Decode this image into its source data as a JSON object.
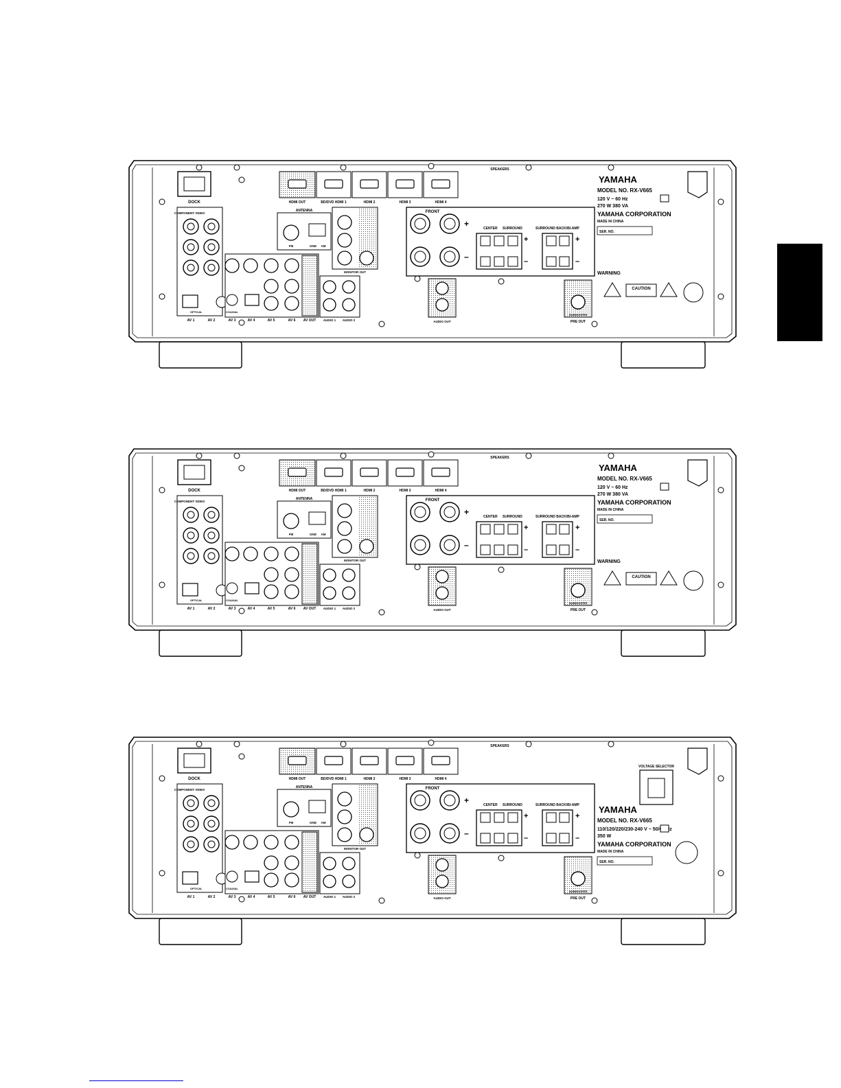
{
  "panels": [
    {
      "variant": "us",
      "labels": {
        "dock": "DOCK",
        "hdmi_out": "HDMI OUT",
        "hdmi_1": "BD/DVD HDMI 1",
        "hdmi_2": "HDMI 2",
        "hdmi_3": "HDMI 3",
        "hdmi_4": "HDMI 4",
        "antenna": "ANTENNA",
        "fm": "FM",
        "am": "AM",
        "gnd": "GND",
        "speakers": "SPEAKERS",
        "front": "FRONT",
        "center": "CENTER",
        "surround": "SURROUND",
        "surround_back": "SURROUND BACK/BI-AMP",
        "component_video": "COMPONENT VIDEO",
        "monitor_out": "MONITOR OUT",
        "audio_out": "AUDIO OUT",
        "pre_out": "PRE OUT",
        "subwoofer": "SUBWOOFER",
        "av1": "AV 1",
        "av2": "AV 2",
        "av3": "AV 3",
        "av4": "AV 4",
        "av5": "AV 5",
        "av6": "AV 6",
        "av_out": "AV OUT",
        "audio1": "AUDIO 1",
        "audio2": "AUDIO 2",
        "optical": "OPTICAL",
        "coaxial": "COAXIAL",
        "brand": "YAMAHA",
        "model": "MODEL NO. RX-V665",
        "power": "120 V ~ 60 Hz",
        "consumption": "270 W    380 VA",
        "corporation": "YAMAHA CORPORATION",
        "made_in": "MADE IN CHINA",
        "serial": "SER. NO.",
        "caution": "CAUTION",
        "warning": "WARNING"
      }
    },
    {
      "variant": "canada",
      "labels": {
        "dock": "DOCK",
        "hdmi_out": "HDMI OUT",
        "hdmi_1": "BD/DVD HDMI 1",
        "hdmi_2": "HDMI 2",
        "hdmi_3": "HDMI 3",
        "hdmi_4": "HDMI 4",
        "antenna": "ANTENNA",
        "fm": "FM",
        "am": "AM",
        "gnd": "GND",
        "speakers": "SPEAKERS",
        "front": "FRONT",
        "center": "CENTER",
        "surround": "SURROUND",
        "surround_back": "SURROUND BACK/BI-AMP",
        "component_video": "COMPONENT VIDEO",
        "monitor_out": "MONITOR OUT",
        "audio_out": "AUDIO OUT",
        "pre_out": "PRE OUT",
        "subwoofer": "SUBWOOFER",
        "av1": "AV 1",
        "av2": "AV 2",
        "av3": "AV 3",
        "av4": "AV 4",
        "av5": "AV 5",
        "av6": "AV 6",
        "av_out": "AV OUT",
        "audio1": "AUDIO 1",
        "audio2": "AUDIO 2",
        "optical": "OPTICAL",
        "coaxial": "COAXIAL",
        "brand": "YAMAHA",
        "model": "MODEL NO. RX-V665",
        "power": "120 V ~ 60 Hz",
        "consumption": "270 W    380 VA",
        "corporation": "YAMAHA CORPORATION",
        "made_in": "MADE IN CHINA",
        "serial": "SER. NO.",
        "caution": "CAUTION",
        "warning": "WARNING"
      }
    },
    {
      "variant": "general",
      "labels": {
        "dock": "DOCK",
        "hdmi_out": "HDMI OUT",
        "hdmi_1": "BD/DVD HDMI 1",
        "hdmi_2": "HDMI 2",
        "hdmi_3": "HDMI 3",
        "hdmi_4": "HDMI 4",
        "antenna": "ANTENNA",
        "fm": "FM",
        "am": "AM",
        "gnd": "GND",
        "speakers": "SPEAKERS",
        "front": "FRONT",
        "center": "CENTER",
        "surround": "SURROUND",
        "surround_back": "SURROUND BACK/BI-AMP",
        "component_video": "COMPONENT VIDEO",
        "monitor_out": "MONITOR OUT",
        "audio_out": "AUDIO OUT",
        "pre_out": "PRE OUT",
        "subwoofer": "SUBWOOFER",
        "av1": "AV 1",
        "av2": "AV 2",
        "av3": "AV 3",
        "av4": "AV 4",
        "av5": "AV 5",
        "av6": "AV 6",
        "av_out": "AV OUT",
        "audio1": "AUDIO 1",
        "audio2": "AUDIO 2",
        "optical": "OPTICAL",
        "coaxial": "COAXIAL",
        "brand": "YAMAHA",
        "model": "MODEL NO. RX-V665",
        "power": "110/120/220/230-240 V ~ 50/60 Hz",
        "consumption": "350 W",
        "corporation": "YAMAHA CORPORATION",
        "made_in": "MADE IN CHINA",
        "serial": "SER. NO.",
        "voltage_selector": "VOLTAGE SELECTOR"
      }
    }
  ]
}
